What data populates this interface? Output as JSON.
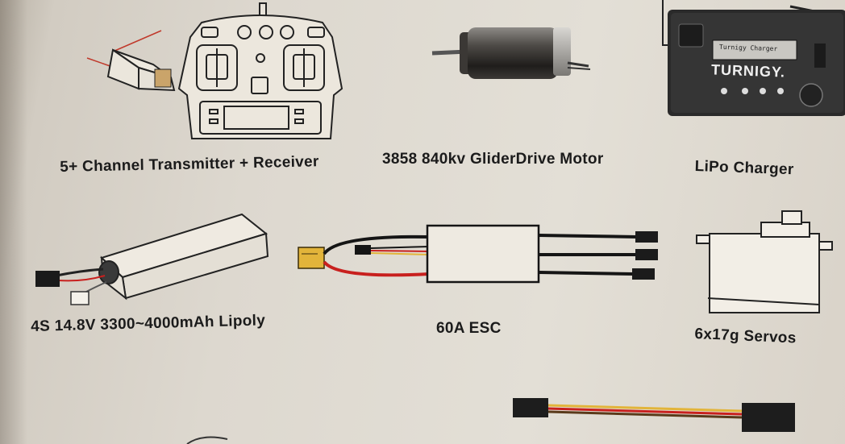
{
  "items": [
    {
      "id": "transmitter",
      "caption": "5+ Channel Transmitter + Receiver"
    },
    {
      "id": "motor",
      "caption": "3858 840kv GliderDrive Motor"
    },
    {
      "id": "charger",
      "caption": "LiPo Charger"
    },
    {
      "id": "lipo",
      "caption": "4S 14.8V 3300~4000mAh Lipoly"
    },
    {
      "id": "esc",
      "caption": "60A ESC"
    },
    {
      "id": "servos",
      "caption": "6x17g Servos"
    }
  ],
  "charger_display": {
    "screen_text": "Turnigy Charger",
    "brand": "TURNIGY."
  },
  "colors": {
    "paper": "#e0dbd2",
    "ink": "#1b1b1b",
    "connector_yellow": "#e2b43a",
    "wire_red": "#c8201e",
    "wire_black": "#151515",
    "charger_body": "#2a2a2a"
  }
}
